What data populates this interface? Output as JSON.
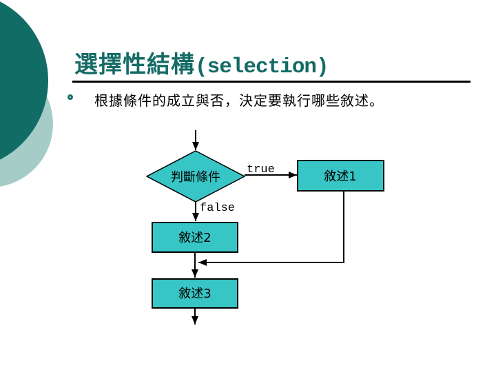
{
  "slide": {
    "title_cjk": "選擇性結構",
    "title_latin": "(selection)",
    "bullet_text": "根據條件的成立與否，決定要執行哪些敘述。",
    "colors": {
      "title_text": "#156b66",
      "accent_circle_dark": "#116c66",
      "accent_circle_light": "#a6ccc8",
      "flow_shape_fill": "#38c5c5",
      "flow_outline": "#000000",
      "body_text": "#000000"
    }
  },
  "flowchart": {
    "decision": {
      "label": "判斷條件",
      "shape": "diamond"
    },
    "branches": {
      "true_label": "true",
      "false_label": "false"
    },
    "boxes": [
      {
        "label": "敘述1"
      },
      {
        "label": "敘述2"
      },
      {
        "label": "敘述3"
      }
    ]
  }
}
